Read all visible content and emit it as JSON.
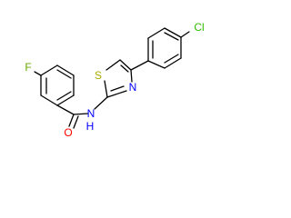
{
  "molecule": {
    "atoms": {
      "fluorine": "F",
      "oxygen": "O",
      "amide_nitrogen": "N",
      "amide_hydrogen": "H",
      "ring_sulfur": "S",
      "ring_nitrogen": "N",
      "chlorine": "Cl"
    },
    "colors": {
      "fluorine": "#66aa00",
      "oxygen": "#ff0000",
      "nitrogen": "#0000ff",
      "sulfur": "#aaaa00",
      "chlorine": "#33bb00",
      "bond": "#000000"
    }
  }
}
